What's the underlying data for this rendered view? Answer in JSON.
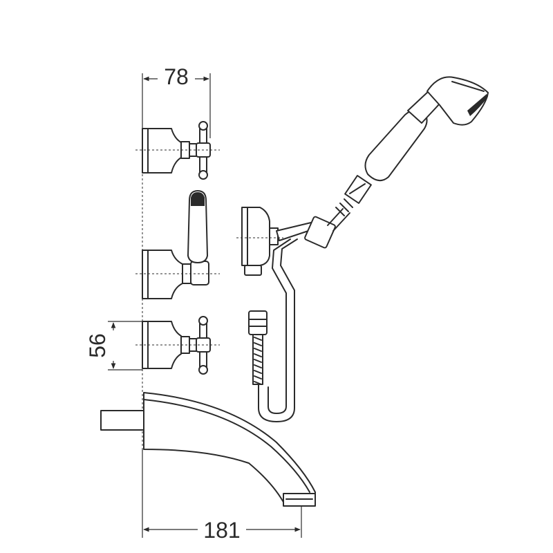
{
  "drawing": {
    "dimensions": {
      "width_top": "78",
      "valve_height": "56",
      "spout_projection": "181"
    }
  }
}
